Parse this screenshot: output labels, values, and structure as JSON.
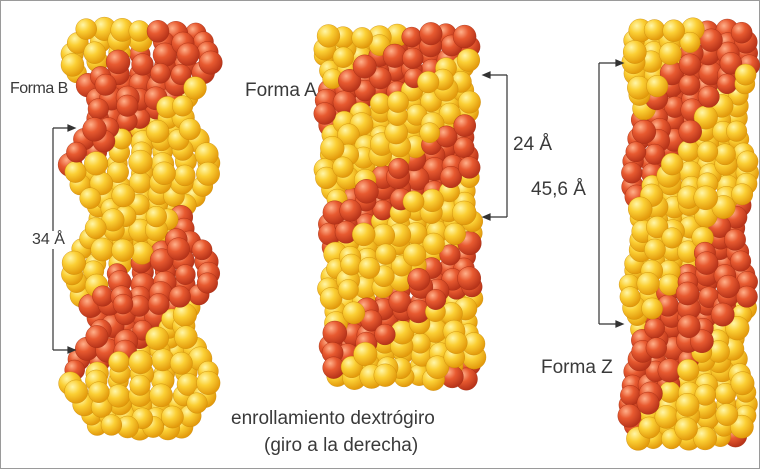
{
  "labels": {
    "forma_b": "Forma B",
    "forma_a": "Forma A",
    "forma_z": "Forma Z",
    "dim_b": "34 Å",
    "dim_a": "24 Å",
    "dim_z": "45,6 Å",
    "caption_line1": "enrollamiento dextrógiro",
    "caption_line2": "(giro a la derecha)"
  },
  "colors": {
    "strand_yellow": "#f7b81c",
    "strand_yellow_light": "#fde15a",
    "strand_red": "#e2502a",
    "strand_red_light": "#f28a5a",
    "dimension_line": "#333333"
  }
}
